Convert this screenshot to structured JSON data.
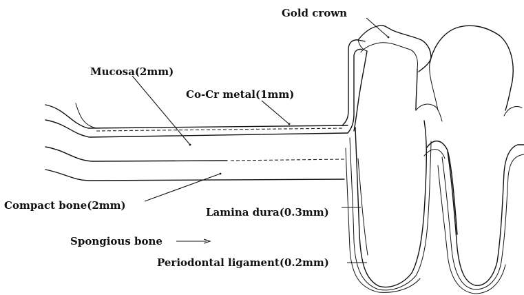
{
  "labels": {
    "gold_crown": "Gold crown",
    "mucosa": "Mucosa(2mm)",
    "co_cr_metal": "Co-Cr metal(1mm)",
    "compact_bone": "Compact bone(2mm)",
    "lamina_dura": "Lamina dura(0.3mm)",
    "spongious_bone": "Spongious bone",
    "periodontal_ligament": "Periodontal ligament(0.2mm)"
  }
}
